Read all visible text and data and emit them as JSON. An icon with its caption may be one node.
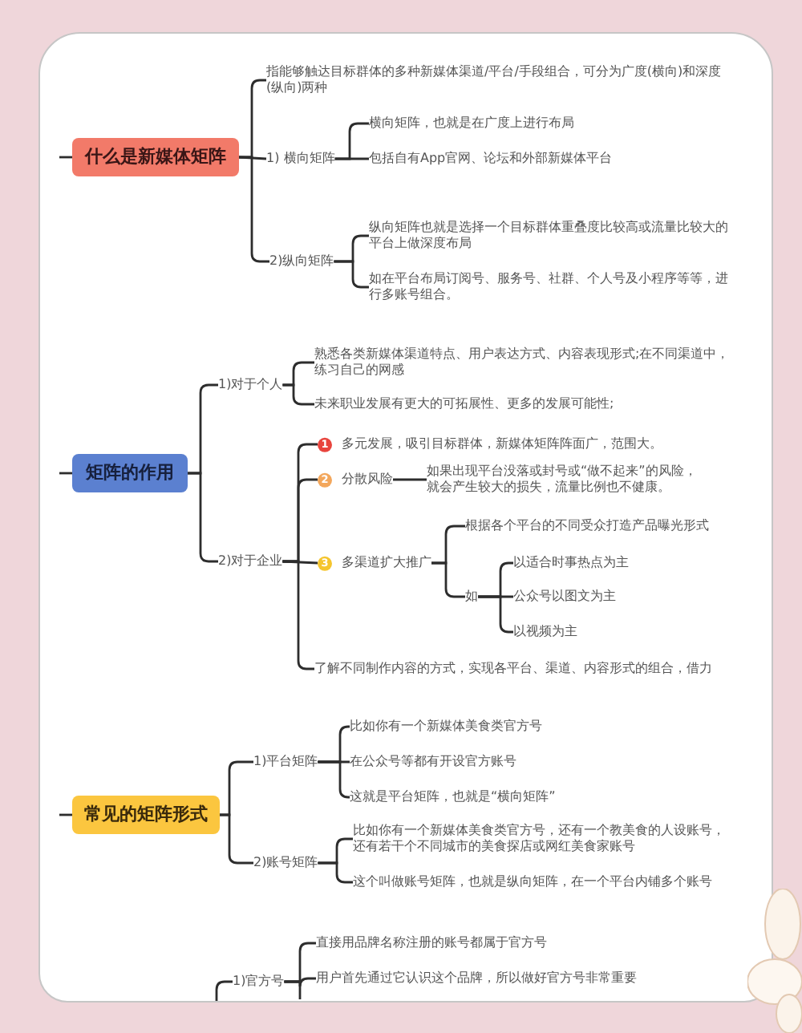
{
  "diagram": {
    "nodes": [
      {
        "text": [
          "什么是新媒体矩阵"
        ]
      },
      {
        "text": [
          "指能够触达目标群体的多种新媒体渠道/平台/手段组合，可分为广度(横向)和深度(纵向)两种"
        ]
      },
      {
        "text": [
          "1) 横向矩阵"
        ]
      },
      {
        "text": [
          "2)纵向矩阵"
        ]
      },
      {
        "text": [
          "横向矩阵，也就是在广度上进行布局"
        ]
      },
      {
        "text": [
          "包括自有App官网、论坛和外部新媒体平台"
        ]
      },
      {
        "text": [
          "纵向矩阵也就是选择一个目标群体重叠度比较高或流量比较大的平台上做深度布局"
        ]
      },
      {
        "text": [
          "如在平台布局订阅号、服务号、社群、个人号及小程序等等，进行多账号组合。"
        ]
      },
      {
        "text": [
          "矩阵的作用"
        ]
      },
      {
        "text": [
          "1)对于个人"
        ]
      },
      {
        "text": [
          "2)对于企业"
        ]
      },
      {
        "text": [
          "熟悉各类新媒体渠道特点、用户表达方式、内容表现形式;在不同渠道中，练习自己的网感"
        ]
      },
      {
        "text": [
          "未来职业发展有更大的可拓展性、更多的发展可能性;"
        ]
      },
      {
        "text": [
          "1",
          "多元发展，吸引目标群体，新媒体矩阵阵面广，范围大。"
        ]
      },
      {
        "text": [
          "2",
          "分散风险"
        ]
      },
      {
        "text": [
          "如果出现平台没落或封号或“做不起来”的风险，就会产生较大的损失，流量比例也不健康。"
        ]
      },
      {
        "text": [
          "3",
          "多渠道扩大推广"
        ]
      },
      {
        "text": [
          "根据各个平台的不同受众打造产品曝光形式"
        ]
      },
      {
        "text": [
          "如"
        ]
      },
      {
        "text": [
          "以适合时事热点为主"
        ]
      },
      {
        "text": [
          "公众号以图文为主"
        ]
      },
      {
        "text": [
          "以视频为主"
        ]
      },
      {
        "text": [
          "了解不同制作内容的方式，实现各平台、渠道、内容形式的组合，借力"
        ]
      },
      {
        "text": [
          "常见的矩阵形式"
        ]
      },
      {
        "text": [
          "1)平台矩阵"
        ]
      },
      {
        "text": [
          "2)账号矩阵"
        ]
      },
      {
        "text": [
          "比如你有一个新媒体美食类官方号"
        ]
      },
      {
        "text": [
          "在公众号等都有开设官方账号"
        ]
      },
      {
        "text": [
          "这就是平台矩阵，也就是“横向矩阵”"
        ]
      },
      {
        "text": [
          "比如你有一个新媒体美食类官方号，还有一个教美食的人设账号，还有若干个不同城市的美食探店或网红美食家账号"
        ]
      },
      {
        "text": [
          "这个叫做账号矩阵，也就是纵向矩阵，在一个平台内铺多个账号"
        ]
      },
      {
        "text": [
          "1)官方号"
        ]
      },
      {
        "text": [
          "直接用品牌名称注册的账号都属于官方号"
        ]
      },
      {
        "text": [
          "用户首先通过它认识这个品牌，所以做好官方号非常重要"
        ]
      }
    ],
    "edges": [
      {
        "from": null,
        "to": 0,
        "arrow": "none"
      },
      {
        "from": 0,
        "to": 1,
        "arrow": "none"
      },
      {
        "from": 0,
        "to": 2,
        "arrow": "none"
      },
      {
        "from": 0,
        "to": 3,
        "arrow": "none"
      },
      {
        "from": 2,
        "to": 4,
        "arrow": "none"
      },
      {
        "from": 2,
        "to": 5,
        "arrow": "none"
      },
      {
        "from": 3,
        "to": 6,
        "arrow": "none"
      },
      {
        "from": 3,
        "to": 7,
        "arrow": "none"
      },
      {
        "from": null,
        "to": 8,
        "arrow": "none"
      },
      {
        "from": 8,
        "to": 9,
        "arrow": "none"
      },
      {
        "from": 8,
        "to": 10,
        "arrow": "none"
      },
      {
        "from": 9,
        "to": 11,
        "arrow": "none"
      },
      {
        "from": 9,
        "to": 12,
        "arrow": "none"
      },
      {
        "from": 10,
        "to": 13,
        "arrow": "none"
      },
      {
        "from": 10,
        "to": 14,
        "arrow": "none"
      },
      {
        "from": 10,
        "to": 16,
        "arrow": "none"
      },
      {
        "from": 10,
        "to": 22,
        "arrow": "none"
      },
      {
        "from": 14,
        "to": 15,
        "arrow": "none"
      },
      {
        "from": 16,
        "to": 17,
        "arrow": "none"
      },
      {
        "from": 16,
        "to": 18,
        "arrow": "none"
      },
      {
        "from": 18,
        "to": 19,
        "arrow": "none"
      },
      {
        "from": 18,
        "to": 20,
        "arrow": "none"
      },
      {
        "from": 18,
        "to": 21,
        "arrow": "none"
      },
      {
        "from": null,
        "to": 23,
        "arrow": "none"
      },
      {
        "from": 23,
        "to": 24,
        "arrow": "none"
      },
      {
        "from": 23,
        "to": 25,
        "arrow": "none"
      },
      {
        "from": 24,
        "to": 26,
        "arrow": "none"
      },
      {
        "from": 24,
        "to": 27,
        "arrow": "none"
      },
      {
        "from": 24,
        "to": 28,
        "arrow": "none"
      },
      {
        "from": 25,
        "to": 29,
        "arrow": "none"
      },
      {
        "from": 25,
        "to": 30,
        "arrow": "none"
      },
      {
        "from": null,
        "to": 31,
        "arrow": "none"
      },
      {
        "from": 31,
        "to": 32,
        "arrow": "none"
      },
      {
        "from": 31,
        "to": 33,
        "arrow": "none"
      },
      {
        "from": 31,
        "to": null,
        "arrow": "none"
      }
    ]
  }
}
